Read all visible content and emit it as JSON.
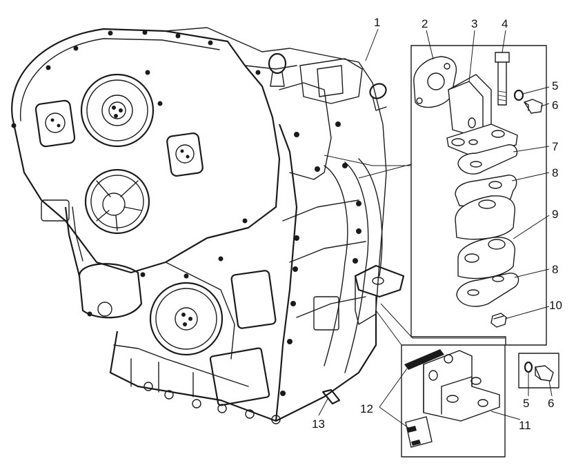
{
  "diagram": {
    "callouts": [
      {
        "id": "c1",
        "label": "1"
      },
      {
        "id": "c2",
        "label": "2"
      },
      {
        "id": "c3",
        "label": "3"
      },
      {
        "id": "c4",
        "label": "4"
      },
      {
        "id": "c5a",
        "label": "5"
      },
      {
        "id": "c6a",
        "label": "6"
      },
      {
        "id": "c7",
        "label": "7"
      },
      {
        "id": "c8a",
        "label": "8"
      },
      {
        "id": "c9",
        "label": "9"
      },
      {
        "id": "c8b",
        "label": "8"
      },
      {
        "id": "c10",
        "label": "10"
      },
      {
        "id": "c5b",
        "label": "5"
      },
      {
        "id": "c6b",
        "label": "6"
      },
      {
        "id": "c11",
        "label": "11"
      },
      {
        "id": "c12",
        "label": "12"
      },
      {
        "id": "c13",
        "label": "13"
      }
    ]
  }
}
